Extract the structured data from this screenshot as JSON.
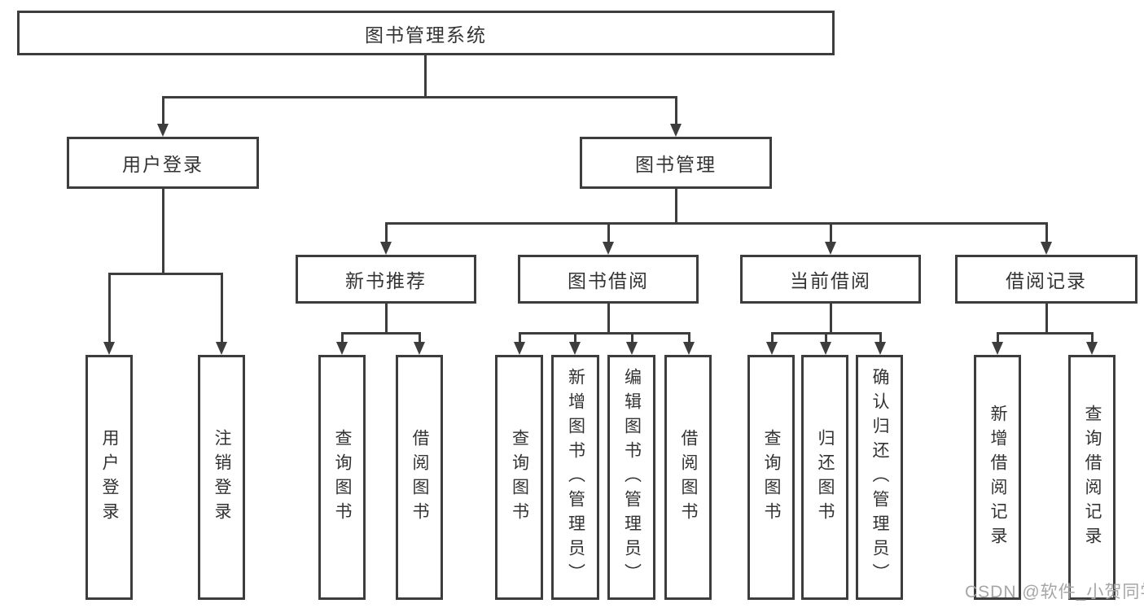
{
  "tree": {
    "root": {
      "label": "图书管理系统",
      "children": [
        {
          "label": "用户登录",
          "children": [
            {
              "label": "用户登录"
            },
            {
              "label": "注销登录"
            }
          ]
        },
        {
          "label": "图书管理",
          "children": [
            {
              "label": "新书推荐",
              "children": [
                {
                  "label": "查询图书"
                },
                {
                  "label": "借阅图书"
                }
              ]
            },
            {
              "label": "图书借阅",
              "children": [
                {
                  "label": "查询图书"
                },
                {
                  "label": "新增图书（管理员）"
                },
                {
                  "label": "编辑图书（管理员）"
                },
                {
                  "label": "借阅图书"
                }
              ]
            },
            {
              "label": "当前借阅",
              "children": [
                {
                  "label": "查询图书"
                },
                {
                  "label": "归还图书"
                },
                {
                  "label": "确认归还（管理员）"
                }
              ]
            },
            {
              "label": "借阅记录",
              "children": [
                {
                  "label": "新增借阅记录"
                },
                {
                  "label": "查询借阅记录"
                }
              ]
            }
          ]
        }
      ]
    }
  },
  "watermark": {
    "text": "CSDN @软件_小贺同学"
  },
  "colors": {
    "line": "#3d3d3d",
    "text": "#333333",
    "watermark": "#a6a6a6",
    "background": "#ffffff"
  }
}
